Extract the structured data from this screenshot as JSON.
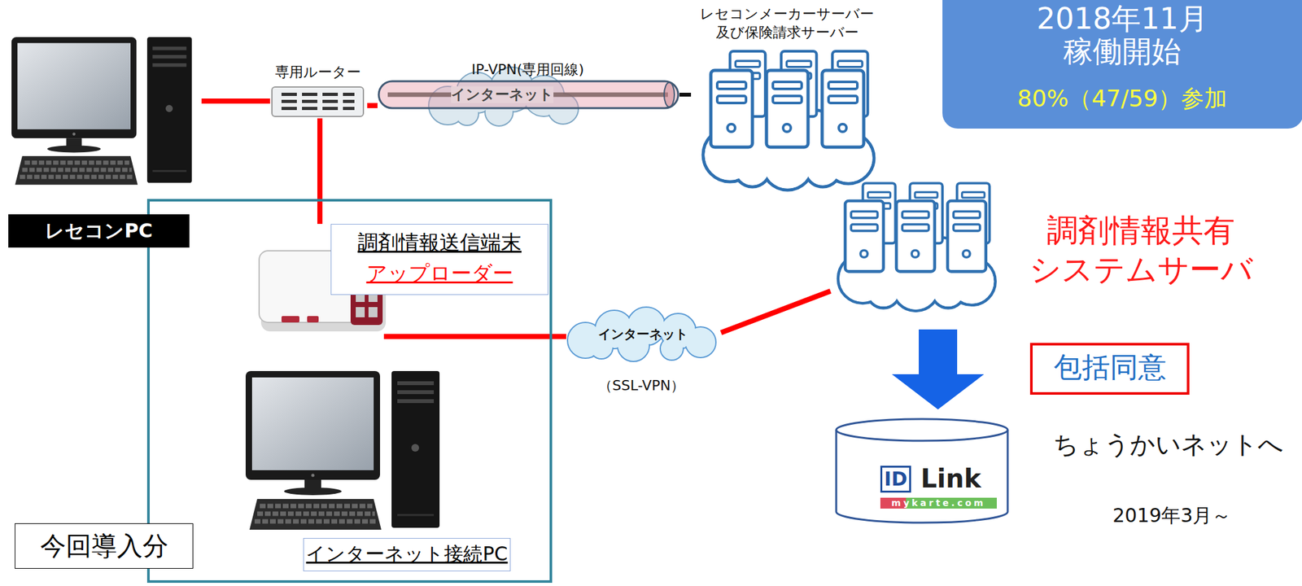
{
  "diagram": {
    "nodes": [
      {
        "text": [
          "レセコンPC"
        ]
      },
      {
        "text": [
          "専用ルーター"
        ]
      },
      {
        "text": [
          "IP-VPN(専用回線)"
        ]
      },
      {
        "text": [
          "インターネット"
        ],
        "in": 2
      },
      {
        "text": [
          "レセコンメーカーサーバー 及び保険請求サーバー"
        ]
      },
      {
        "text": [
          "2018年11月 稼働開始",
          "80%（47/59）参加"
        ]
      },
      {
        "text": [
          "今回導入分"
        ]
      },
      {
        "text": [
          "調剤情報送信端末",
          "アップローダー"
        ],
        "in": 6
      },
      {
        "text": [
          "インターネット接続PC"
        ],
        "in": 6
      },
      {
        "text": [
          "インターネット"
        ]
      },
      {
        "text": [
          "調剤情報共有 システムサーバ"
        ]
      },
      {
        "text": [
          "包括同意"
        ]
      },
      {
        "text": [
          "ID",
          "Link",
          "mykarte.com"
        ]
      }
    ],
    "edges": [
      {
        "from": 0,
        "to": 1,
        "arrow": "none"
      },
      {
        "from": 1,
        "to": 2,
        "arrow": "none"
      },
      {
        "from": 2,
        "to": 4,
        "arrow": "none"
      },
      {
        "from": 1,
        "to": 7,
        "arrow": "none"
      },
      {
        "from": 7,
        "to": 9,
        "arrow": "none"
      },
      {
        "from": 9,
        "to": 10,
        "arrow": "none"
      },
      {
        "from": 10,
        "to": 12,
        "arrow": "to"
      }
    ],
    "labels": [
      "（SSL-VPN）",
      "ちょうかいネットへ",
      "2019年3月～"
    ]
  }
}
